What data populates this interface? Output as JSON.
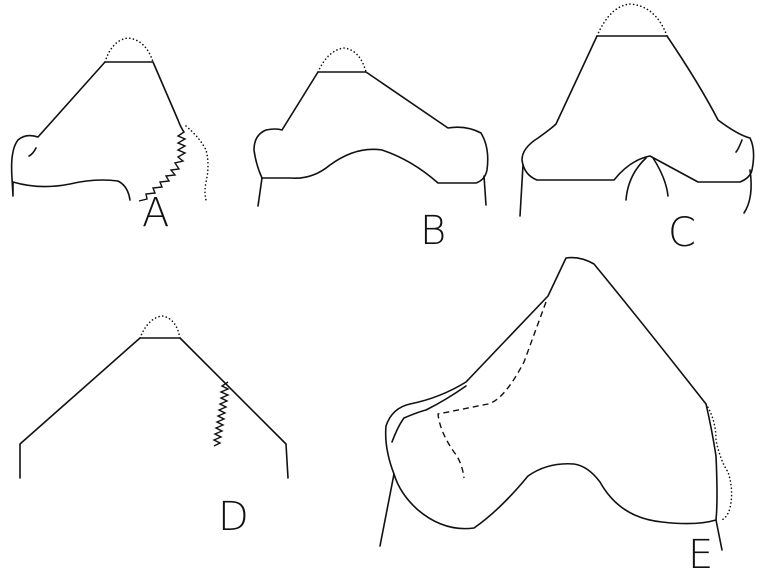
{
  "panels": [
    {
      "key": "A",
      "label": "A"
    },
    {
      "key": "B",
      "label": "B"
    },
    {
      "key": "C",
      "label": "C"
    },
    {
      "key": "D",
      "label": "D"
    },
    {
      "key": "E",
      "label": "E"
    }
  ],
  "colors": {
    "ink": "#111111",
    "paper": "#ffffff"
  }
}
